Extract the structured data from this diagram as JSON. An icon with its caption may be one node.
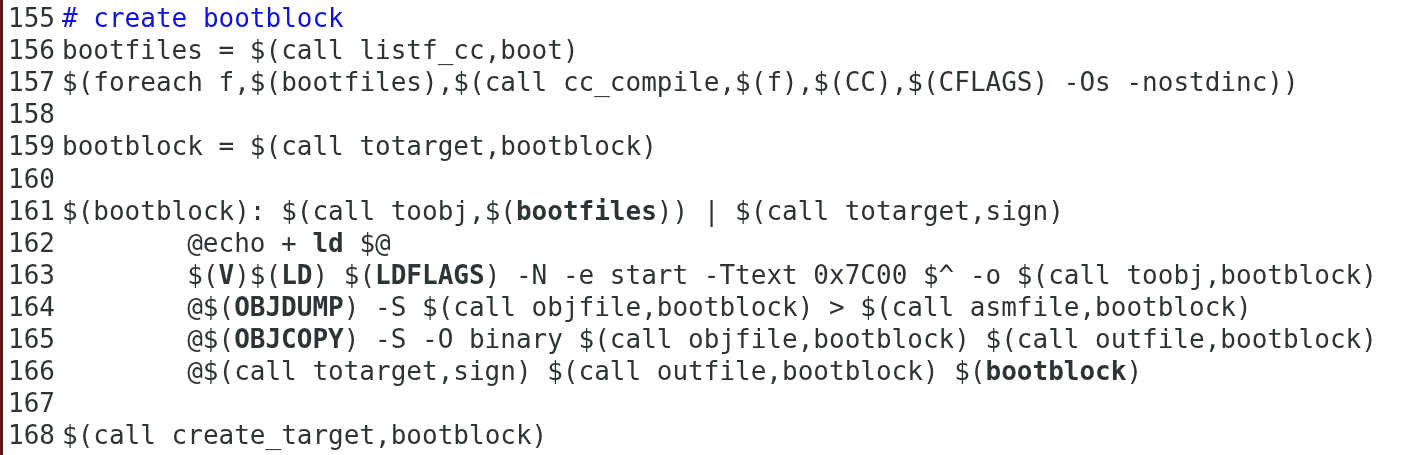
{
  "diagram": {
    "labels": [
      "155",
      "# create bootblock",
      "156",
      "bootfiles = $(call listf_cc,boot)",
      "157",
      "$(foreach f,$(bootfiles),$(call cc_compile,$(f),$(CC),$(CFLAGS) -Os -nostdinc))",
      "158",
      "159",
      "bootblock = $(call totarget,bootblock)",
      "160",
      "161",
      "$(bootblock): $(call toobj,$(**bootfiles**)) | $(call totarget,sign)",
      "162",
      "@echo + **ld** $@",
      "163",
      "$(**V**)$(**LD**) $(**LDFLAGS**) -N -e start -Ttext 0x7C00 $^ -o $(call toobj,bootblock)",
      "164",
      "@$(**OBJDUMP**) -S $(call objfile,bootblock) > $(call asmfile,bootblock)",
      "165",
      "@$(**OBJCOPY**) -S -O binary $(call objfile,bootblock) $(call outfile,bootblock)",
      "166",
      "@$(call totarget,sign) $(call outfile,bootblock) $(**bootblock**)",
      "167",
      "168",
      "$(call create_target,bootblock)"
    ]
  }
}
